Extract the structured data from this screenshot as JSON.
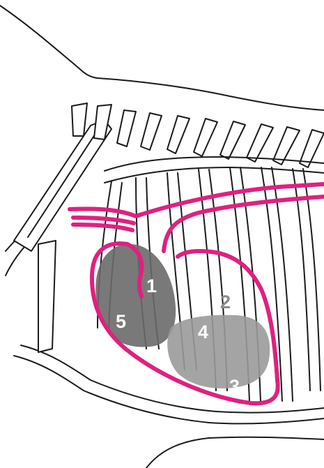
{
  "figure": {
    "colors": {
      "outline": "#1a1a1a",
      "vessel": "#e0207f",
      "region_dark": "#6a6a6a",
      "region_light": "#9a9a9a"
    },
    "labels": [
      {
        "id": "1",
        "text": "1"
      },
      {
        "id": "2",
        "text": "2"
      },
      {
        "id": "3",
        "text": "3"
      },
      {
        "id": "4",
        "text": "4"
      },
      {
        "id": "5",
        "text": "5"
      }
    ]
  }
}
